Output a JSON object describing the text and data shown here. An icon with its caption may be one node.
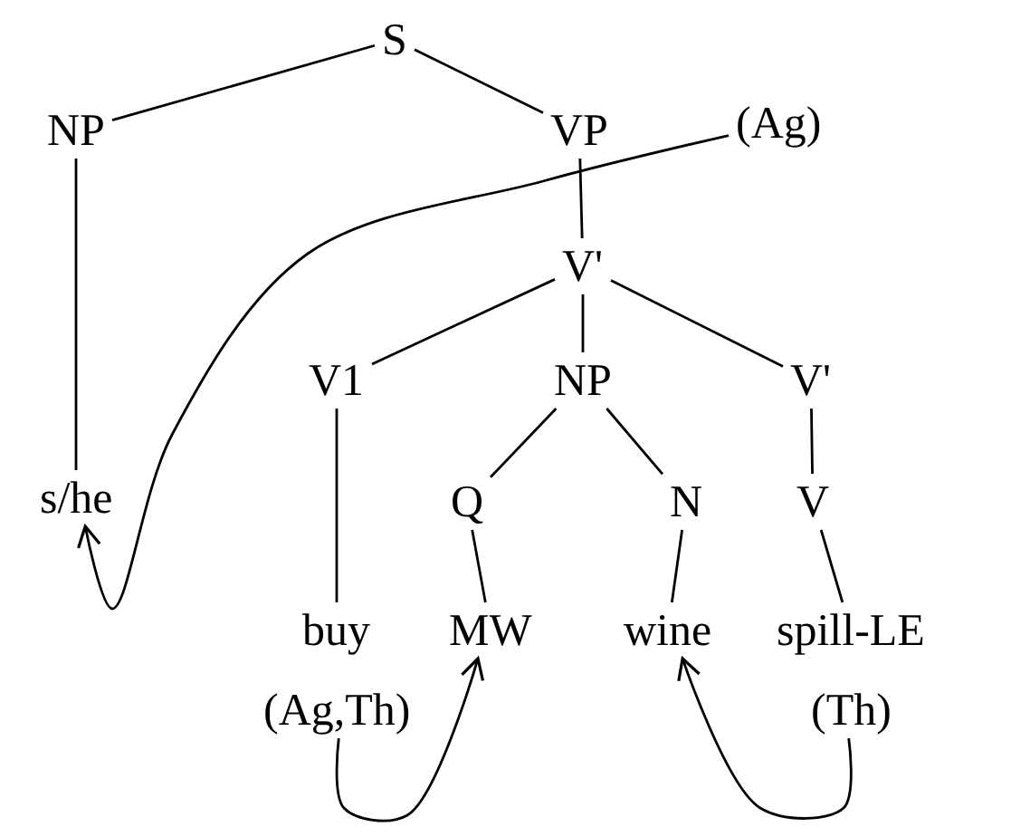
{
  "diagram": {
    "nodes": [
      {
        "text": [
          "S"
        ]
      },
      {
        "text": [
          "NP"
        ]
      },
      {
        "text": [
          "VP"
        ]
      },
      {
        "text": [
          "(Ag)"
        ]
      },
      {
        "text": [
          "V'"
        ]
      },
      {
        "text": [
          "V1"
        ]
      },
      {
        "text": [
          "NP"
        ]
      },
      {
        "text": [
          "V'"
        ]
      },
      {
        "text": [
          "s/he"
        ]
      },
      {
        "text": [
          "Q"
        ]
      },
      {
        "text": [
          "N"
        ]
      },
      {
        "text": [
          "V"
        ]
      },
      {
        "text": [
          "buy"
        ]
      },
      {
        "text": [
          "MW"
        ]
      },
      {
        "text": [
          "wine"
        ]
      },
      {
        "text": [
          "spill-LE"
        ]
      },
      {
        "text": [
          "(Ag,Th)"
        ]
      },
      {
        "text": [
          "(Th)"
        ]
      }
    ],
    "edges": [
      {
        "from": 0,
        "to": 1,
        "arrow": "none"
      },
      {
        "from": 0,
        "to": 2,
        "arrow": "none"
      },
      {
        "from": 1,
        "to": 8,
        "arrow": "none"
      },
      {
        "from": 2,
        "to": 4,
        "arrow": "none"
      },
      {
        "from": 4,
        "to": 5,
        "arrow": "none"
      },
      {
        "from": 4,
        "to": 6,
        "arrow": "none"
      },
      {
        "from": 4,
        "to": 7,
        "arrow": "none"
      },
      {
        "from": 5,
        "to": 12,
        "arrow": "none"
      },
      {
        "from": 6,
        "to": 9,
        "arrow": "none"
      },
      {
        "from": 6,
        "to": 10,
        "arrow": "none"
      },
      {
        "from": 7,
        "to": 11,
        "arrow": "none"
      },
      {
        "from": 9,
        "to": 13,
        "arrow": "none"
      },
      {
        "from": 10,
        "to": 14,
        "arrow": "none"
      },
      {
        "from": 11,
        "to": 15,
        "arrow": "none"
      },
      {
        "from": 3,
        "to": 8,
        "arrow": "to"
      },
      {
        "from": 16,
        "to": 13,
        "arrow": "to"
      },
      {
        "from": 17,
        "to": 14,
        "arrow": "to"
      }
    ]
  }
}
